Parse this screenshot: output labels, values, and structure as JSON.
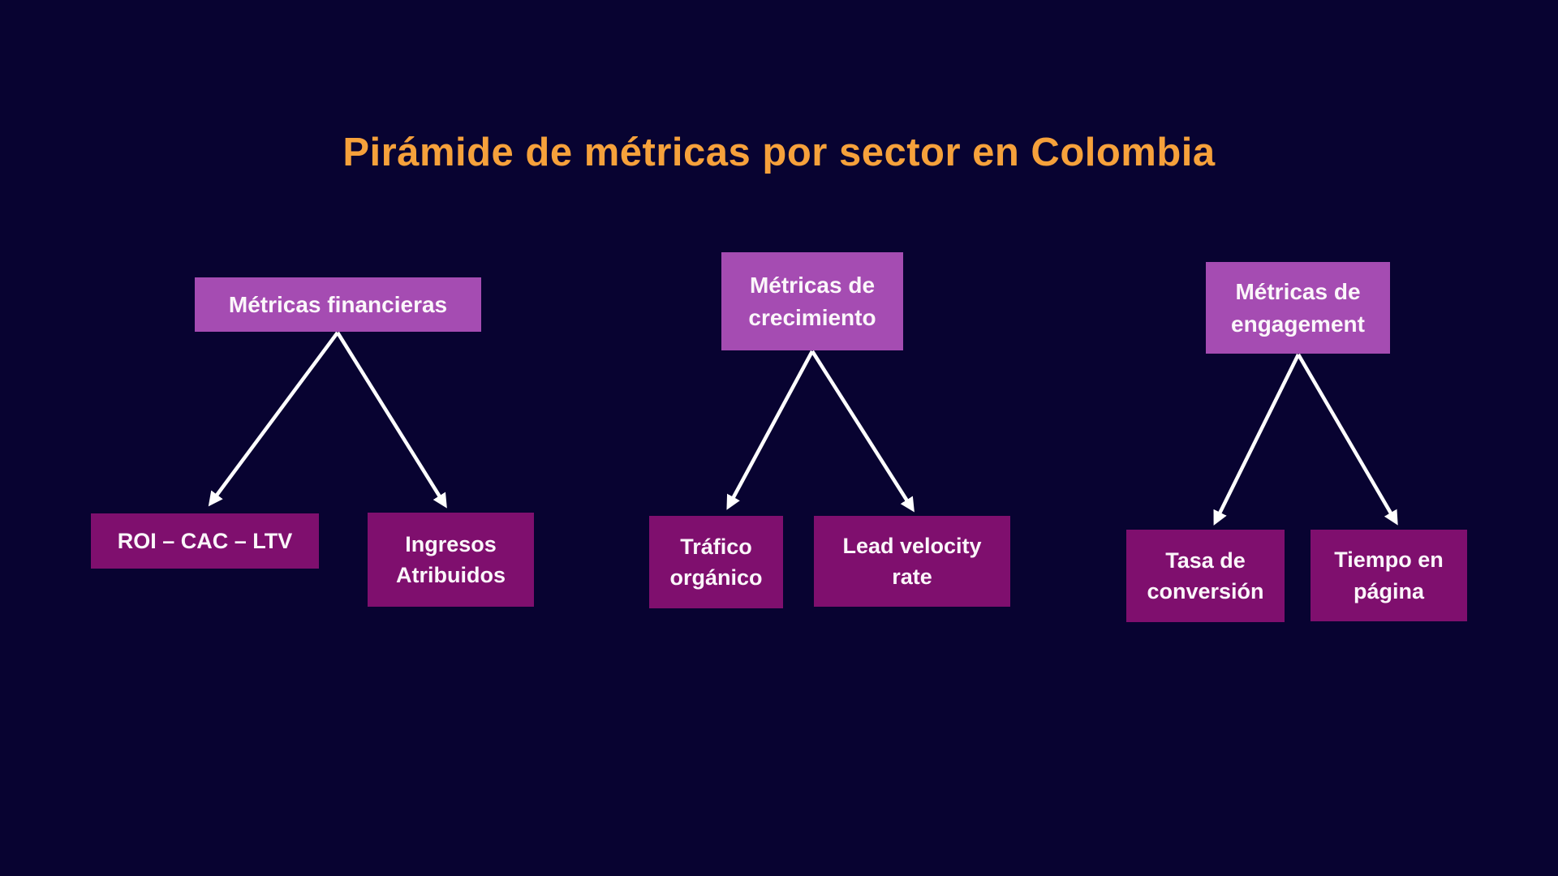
{
  "title": "Pirámide de métricas por sector en Colombia",
  "colors": {
    "background": "#080331",
    "title_text": "#F6A13B",
    "parent_box": "#A54CB2",
    "child_box": "#7F0F6E",
    "box_text": "#FBF6FA",
    "arrow": "#FFFFFF"
  },
  "diagram": {
    "groups": [
      {
        "parent": "Métricas financieras",
        "children": [
          "ROI – CAC – LTV",
          "Ingresos\nAtribuidos"
        ]
      },
      {
        "parent": "Métricas de\ncrecimiento",
        "children": [
          "Tráfico\norgánico",
          "Lead velocity\nrate"
        ]
      },
      {
        "parent": "Métricas de\nengagement",
        "children": [
          "Tasa de\nconversión",
          "Tiempo en\npágina"
        ]
      }
    ]
  }
}
